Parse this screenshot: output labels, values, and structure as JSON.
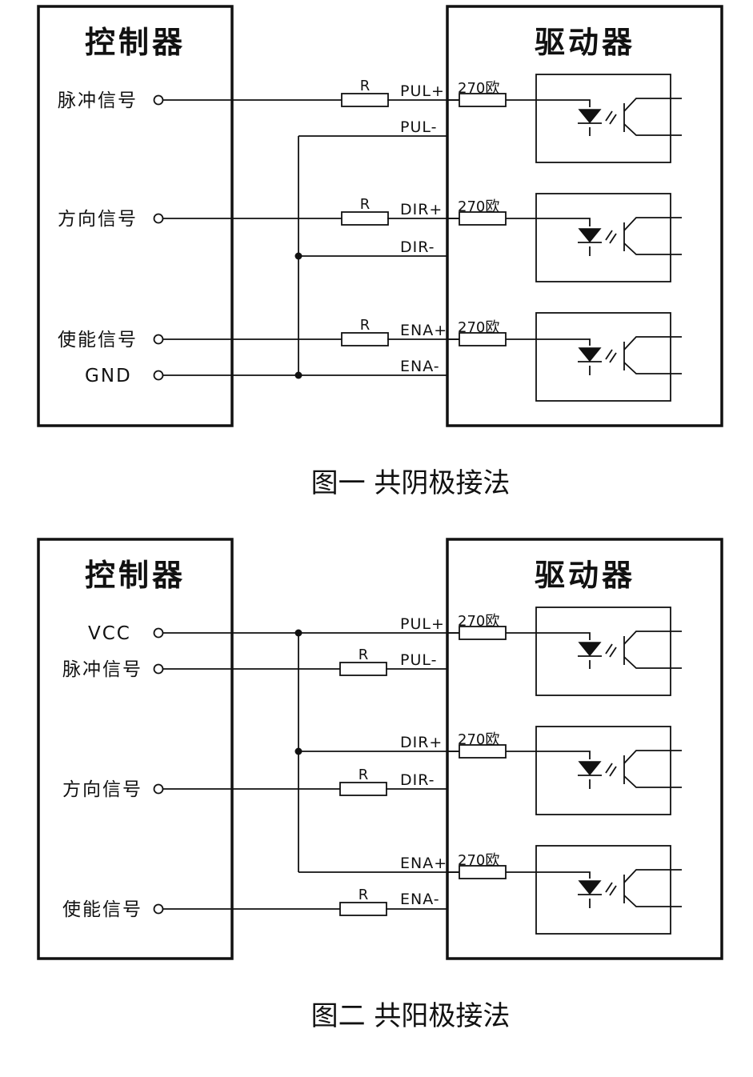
{
  "figures": [
    {
      "controller_title": "控制器",
      "driver_title": "驱动器",
      "caption": "图一  共阴极接法",
      "signals": [
        "脉冲信号",
        "方向信号",
        "使能信号",
        "GND"
      ],
      "pins": [
        "PUL+",
        "PUL-",
        "DIR+",
        "DIR-",
        "ENA+",
        "ENA-"
      ],
      "resistor_label": "R",
      "driver_resistor_label": "270欧"
    },
    {
      "controller_title": "控制器",
      "driver_title": "驱动器",
      "caption": "图二  共阳极接法",
      "signals": [
        "VCC",
        "脉冲信号",
        "方向信号",
        "使能信号"
      ],
      "pins": [
        "PUL+",
        "PUL-",
        "DIR+",
        "DIR-",
        "ENA+",
        "ENA-"
      ],
      "resistor_label": "R",
      "driver_resistor_label": "270欧"
    }
  ]
}
